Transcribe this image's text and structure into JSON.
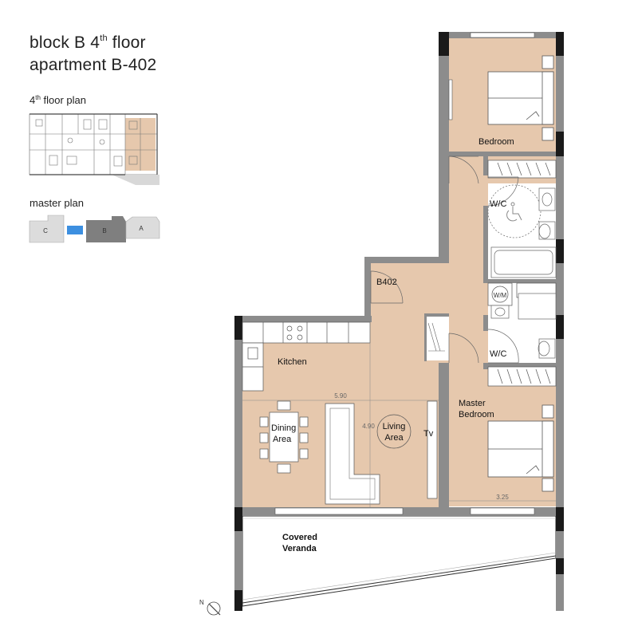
{
  "header": {
    "line1_prefix": "block B 4",
    "line1_sup": "th",
    "line1_suffix": " floor",
    "line2": "apartment B-402"
  },
  "floor_plan_heading": {
    "prefix": "4",
    "sup": "th",
    "suffix": " floor plan"
  },
  "master_plan_heading": "master plan",
  "master_plan_blocks": {
    "c": "C",
    "b": "B",
    "a": "A"
  },
  "rooms": {
    "bedroom": "Bedroom",
    "wc_top": "W/C",
    "wm": "W/M",
    "wc_bottom": "W/C",
    "unit": "B402",
    "kitchen": "Kitchen",
    "dining_line1": "Dining",
    "dining_line2": "Area",
    "living_line1": "Living",
    "living_line2": "Area",
    "tv": "Tv",
    "master_line1": "Master",
    "master_line2": "Bedroom",
    "veranda_line1": "Covered",
    "veranda_line2": "Veranda"
  },
  "dimensions": {
    "width_living": "5.90",
    "depth_living": "4.90",
    "width_master": "3.25"
  },
  "compass": "N",
  "colors": {
    "floor": "#e6c8ad",
    "wall": "#8c8c8c",
    "wall_dark": "#1a1a1a",
    "highlight_block": "#7f7f7f",
    "pool": "#3c8fe0",
    "block_light": "#dcdcdc"
  }
}
